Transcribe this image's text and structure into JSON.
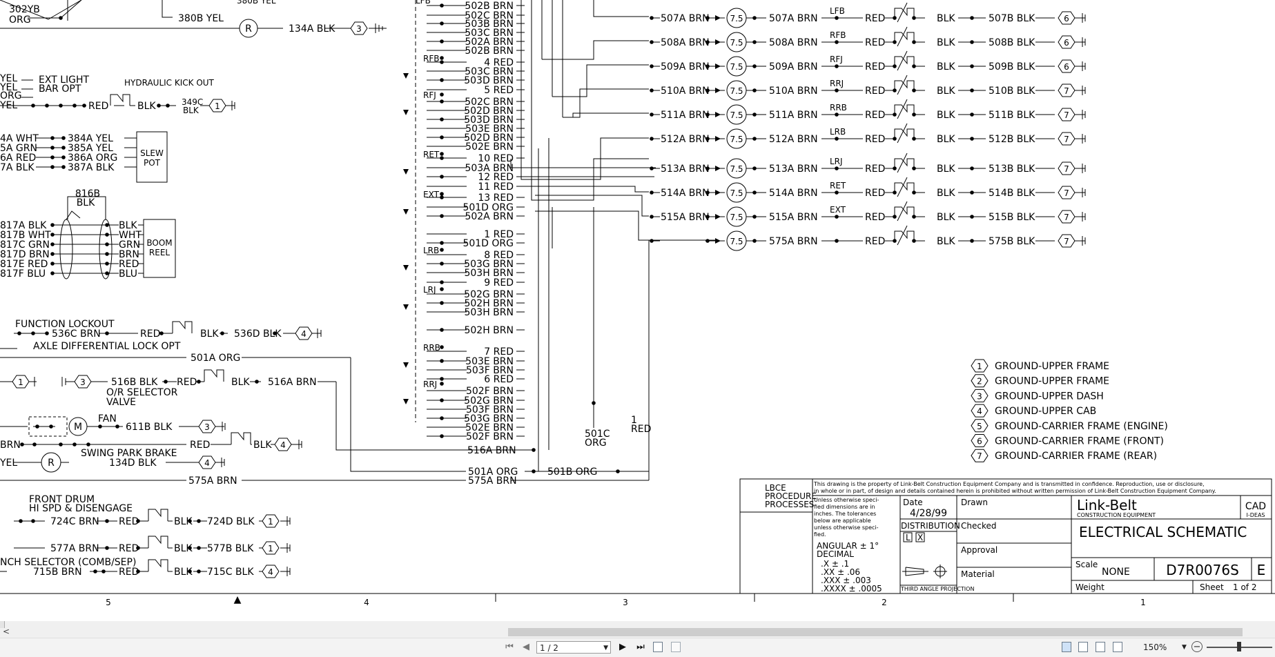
{
  "toolbar": {
    "first_page": "⏮",
    "prev_page": "◀",
    "page_input": "1 / 2",
    "next_page": "▶",
    "last_page": "⏭",
    "zoom_value": "150%",
    "zoom_out": "−",
    "scroll_left": "<"
  },
  "schematic": {
    "left_components": {
      "wire_302yb": "302YB",
      "wire_302yb_color": "ORG",
      "wire_380b": "380B YEL",
      "wire_134a": "134A BLK",
      "ground_3a": "3",
      "wire_yel1": "YEL",
      "wire_yel2": "YEL",
      "wire_org": "ORG",
      "wire_yel3": "YEL",
      "ext_light": "EXT LIGHT",
      "bar_opt": "BAR OPT",
      "hydraulic": "HYDRAULIC KICK OUT",
      "red_hk": "RED",
      "blk_hk": "BLK",
      "w349c": "349C",
      "w349c_c": "BLK",
      "ground_1a": "1",
      "slew_l1": "4A WHT",
      "slew_l2": "5A GRN",
      "slew_l3": "6A RED",
      "slew_l4": "7A BLK",
      "slew_r1": "384A YEL",
      "slew_r2": "385A YEL",
      "slew_r3": "386A ORG",
      "slew_r4": "387A BLK",
      "slew_pot_1": "SLEW",
      "slew_pot_2": "POT",
      "w816b": "816B",
      "w816b_c": "BLK",
      "reel_l": [
        "817A BLK",
        "817B WHT",
        "817C GRN",
        "817D BRN",
        "817E RED",
        "817F BLU"
      ],
      "reel_r": [
        "BLK",
        "WHT",
        "GRN",
        "BRN",
        "RED",
        "BLU"
      ],
      "boom_reel_1": "BOOM",
      "boom_reel_2": "REEL",
      "function_lockout": "FUNCTION LOCKOUT",
      "w536c": "536C BRN",
      "red_fl": "RED",
      "blk_fl": "BLK",
      "w536d": "536D BLK",
      "ground_4a": "4",
      "axle": "AXLE DIFFERENTIAL LOCK OPT",
      "w501a_top": "501A ORG",
      "ground_1b": "1",
      "ground_3b": "3",
      "w516b": "516B BLK",
      "red_or": "RED",
      "blk_or": "BLK",
      "w516a": "516A BRN",
      "or_selector": "O/R SELECTOR",
      "valve": "VALVE",
      "fan": "FAN",
      "motor": "M",
      "w611b": "611B BLK",
      "ground_3c": "3",
      "brn_sp": "BRN",
      "red_sp": "RED",
      "blk_sp": "BLK",
      "ground_4b": "4",
      "swing_park": "SWING PARK BRAKE",
      "yel_sp": "YEL",
      "relay_r2": "R",
      "w134d": "134D BLK",
      "ground_4c": "4",
      "w575a_left": "575A BRN",
      "front_drum": "FRONT DRUM",
      "hi_spd": "HI SPD & DISENGAGE",
      "w724c": "724C BRN",
      "red_fd": "RED",
      "blk_fd": "BLK",
      "w724d": "724D BLK",
      "ground_1c": "1",
      "w577a": "577A BRN",
      "red_577": "RED",
      "blk_577": "BLK",
      "w577b": "577B BLK",
      "ground_1d": "1",
      "nch_selector": "NCH SELECTOR (COMB/SEP)",
      "w715b": "715B BRN",
      "red_715": "RED",
      "blk_715": "BLK",
      "w715c": "715C BLK",
      "ground_4d": "4",
      "relay_r1": "R"
    },
    "bundle_labels": [
      "502B BRN",
      "502C BRN",
      "503B BRN",
      "503C BRN",
      "502A BRN",
      "502B BRN",
      "4 RED",
      "503C BRN",
      "503D BRN",
      "5 RED",
      "502C BRN",
      "502D BRN",
      "503D BRN",
      "503E BRN",
      "502D BRN",
      "502E BRN",
      "10 RED",
      "503A BRN",
      "12 RED",
      "11 RED",
      "13 RED",
      "501D ORG",
      "502A BRN",
      "1 RED",
      "501D ORG",
      "8 RED",
      "503G BRN",
      "503H BRN",
      "9 RED",
      "502G BRN",
      "502H BRN",
      "503H BRN",
      "502H BRN",
      "7 RED",
      "503E BRN",
      "503F BRN",
      "6 RED",
      "502F BRN",
      "502G BRN",
      "503F BRN",
      "503G BRN",
      "502E BRN",
      "502F BRN"
    ],
    "switch_tags": [
      "RFB",
      "RFJ",
      "RET",
      "EXT",
      "LRB",
      "LRJ",
      "RRB",
      "RRJ"
    ],
    "top_partial": "LFB",
    "top_partial_2": "380B YEL",
    "mid_516a": "516A BRN",
    "mid_501a": "501A ORG",
    "mid_501b": "501B ORG",
    "mid_575a": "575A BRN",
    "w501c": "501C",
    "w501c_c": "ORG",
    "w1red_a": "1",
    "w1red_b": "RED",
    "valve_rows": [
      {
        "left": "507A BRN",
        "fuse": "7.5",
        "right": "507A BRN",
        "tag": "LFB",
        "red": "RED",
        "blk": "BLK",
        "out": "507B BLK",
        "gnd": "6"
      },
      {
        "left": "508A BRN",
        "fuse": "7.5",
        "right": "508A BRN",
        "tag": "RFB",
        "red": "RED",
        "blk": "BLK",
        "out": "508B BLK",
        "gnd": "6"
      },
      {
        "left": "509A BRN",
        "fuse": "7.5",
        "right": "509A BRN",
        "tag": "RFJ",
        "red": "RED",
        "blk": "BLK",
        "out": "509B BLK",
        "gnd": "6"
      },
      {
        "left": "510A BRN",
        "fuse": "7.5",
        "right": "510A BRN",
        "tag": "RRJ",
        "red": "RED",
        "blk": "BLK",
        "out": "510B BLK",
        "gnd": "7"
      },
      {
        "left": "511A BRN",
        "fuse": "7.5",
        "right": "511A BRN",
        "tag": "RRB",
        "red": "RED",
        "blk": "BLK",
        "out": "511B BLK",
        "gnd": "7"
      },
      {
        "left": "512A BRN",
        "fuse": "7.5",
        "right": "512A BRN",
        "tag": "LRB",
        "red": "RED",
        "blk": "BLK",
        "out": "512B BLK",
        "gnd": "7"
      },
      {
        "left": "513A BRN",
        "fuse": "7.5",
        "right": "513A BRN",
        "tag": "LRJ",
        "red": "RED",
        "blk": "BLK",
        "out": "513B BLK",
        "gnd": "7"
      },
      {
        "left": "514A BRN",
        "fuse": "7.5",
        "right": "514A BRN",
        "tag": "RET",
        "red": "RED",
        "blk": "BLK",
        "out": "514B BLK",
        "gnd": "7"
      },
      {
        "left": "515A BRN",
        "fuse": "7.5",
        "right": "515A BRN",
        "tag": "EXT",
        "red": "RED",
        "blk": "BLK",
        "out": "515B BLK",
        "gnd": "7"
      },
      {
        "left": "",
        "fuse": "7.5",
        "right": "575A BRN",
        "tag": "",
        "red": "RED",
        "blk": "BLK",
        "out": "575B BLK",
        "gnd": "7"
      }
    ],
    "legend": [
      {
        "num": "1",
        "text": "GROUND-UPPER FRAME"
      },
      {
        "num": "2",
        "text": "GROUND-UPPER FRAME"
      },
      {
        "num": "3",
        "text": "GROUND-UPPER DASH"
      },
      {
        "num": "4",
        "text": "GROUND-UPPER CAB"
      },
      {
        "num": "5",
        "text": "GROUND-CARRIER FRAME (ENGINE)"
      },
      {
        "num": "6",
        "text": "GROUND-CARRIER FRAME (FRONT)"
      },
      {
        "num": "7",
        "text": "GROUND-CARRIER FRAME (REAR)"
      }
    ],
    "title_block": {
      "lbce_1": "LBCE",
      "lbce_2": "PROCEDURE",
      "lbce_3": "PROCESSES",
      "notice_1": "This drawing is the property of Link-Belt Construction Equipment Company and is transmitted in confidence. Reproduction, use or disclosure,",
      "notice_2": "in whole or in part, of design and details contained herein is prohibited without written permission of Link-Belt Construction Equipment Company.",
      "tol_1": "Unless otherwise speci-",
      "tol_2": "fied dimensions are in",
      "tol_3": "inches. The tolerances",
      "tol_4": "below are applicable",
      "tol_5": "unless otherwise speci-",
      "tol_6": "fied.",
      "angular": "ANGULAR   ± 1°",
      "decimal": "DECIMAL",
      "d1": ".X      ± .1",
      "d2": ".XX     ± .06",
      "d3": ".XXX    ± .003",
      "d4": ".XXXX   ± .0005",
      "date_label": "Date",
      "date_value": "4/28/99",
      "distribution": "DISTRIBUTION",
      "dist_l": "L",
      "dist_x": "X",
      "third_angle": "THIRD ANGLE PROJECTION",
      "drawn": "Drawn",
      "checked": "Checked",
      "approval": "Approval",
      "material": "Material",
      "logo": "Link-Belt",
      "logo_sub": "CONSTRUCTION EQUIPMENT",
      "cad": "CAD",
      "cad_sub": "I-DEAS",
      "title": "ELECTRICAL SCHEMATIC",
      "scale_label": "Scale",
      "scale_value": "NONE",
      "dwg_no": "D7R0076S",
      "rev": "E",
      "weight": "Weight",
      "sheet_label": "Sheet",
      "sheet_value": "1 of 2"
    },
    "zones": [
      "5",
      "4",
      "3",
      "2",
      "1"
    ],
    "zone_mark": "▲"
  }
}
